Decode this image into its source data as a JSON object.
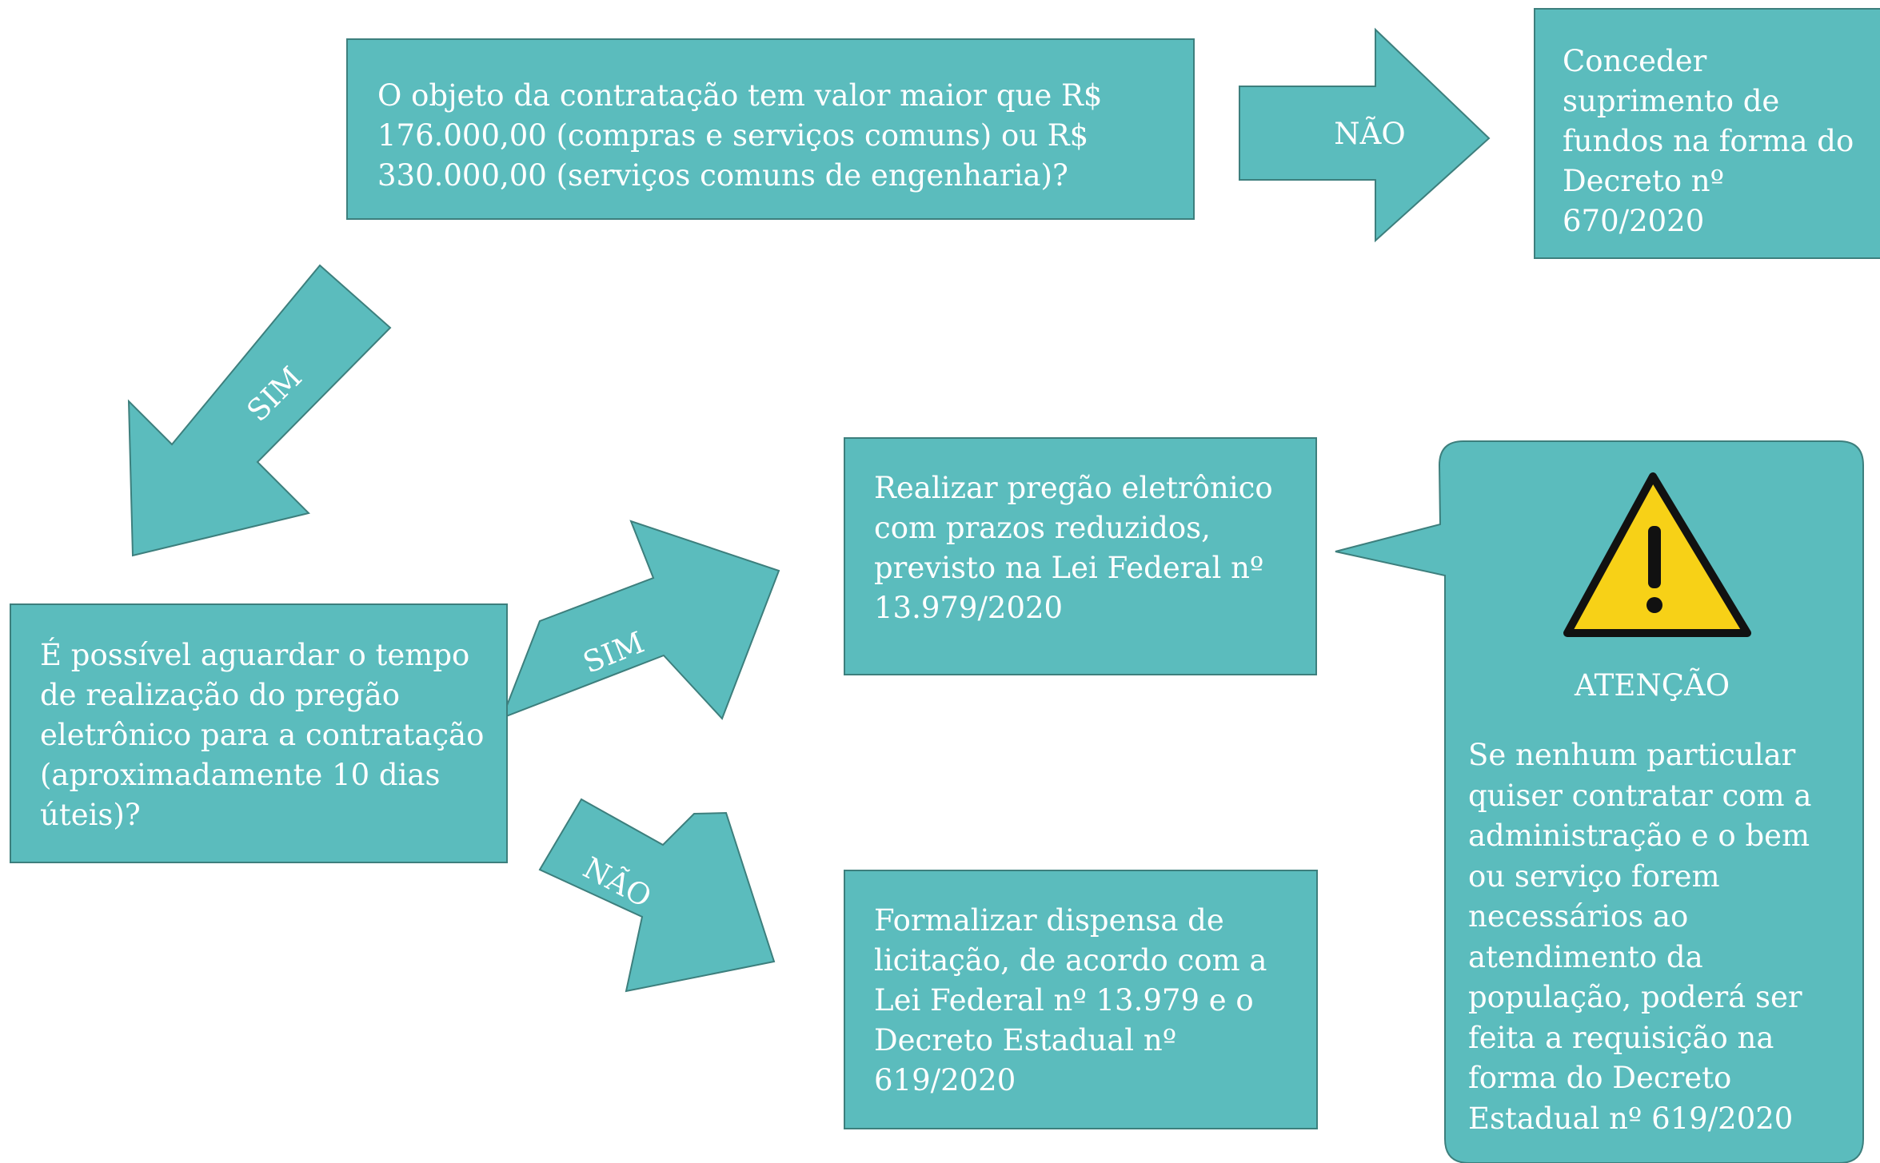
{
  "colors": {
    "fill": "#5bbcbd",
    "stroke": "#3d7f7d",
    "text": "#ffffff",
    "warning_yellow": "#f7d117"
  },
  "boxes": {
    "question1": "O objeto da contratação tem valor maior que R$\n176.000,00 (compras e serviços comuns) ou R$\n330.000,00 (serviços comuns de engenharia)?",
    "result_suprimento": "Conceder\nsuprimento de\nfundos na forma do\nDecreto nº\n670/2020",
    "question2": "É possível aguardar o tempo\nde realização do pregão\neletrônico para a contratação\n(aproximadamente 10 dias\núteis)?",
    "result_pregao": "Realizar pregão eletrônico\ncom prazos reduzidos,\nprevisto na Lei Federal nº\n13.979/2020",
    "result_dispensa": "Formalizar dispensa de\nlicitação, de acordo com a\nLei Federal nº 13.979 e o\nDecreto Estadual nº\n619/2020"
  },
  "arrows": {
    "q1_nao": "NÃO",
    "q1_sim": "SIM",
    "q2_sim": "SIM",
    "q2_nao": "NÃO"
  },
  "callout": {
    "icon": "warning-triangle-icon",
    "title": "ATENÇÃO",
    "text": "Se nenhum particular\nquiser contratar com a\nadministração e o bem\nou serviço forem\nnecessários ao\natendimento da\npopulação, poderá ser\nfeita a requisição na\nforma do Decreto\n Estadual nº 619/2020"
  }
}
